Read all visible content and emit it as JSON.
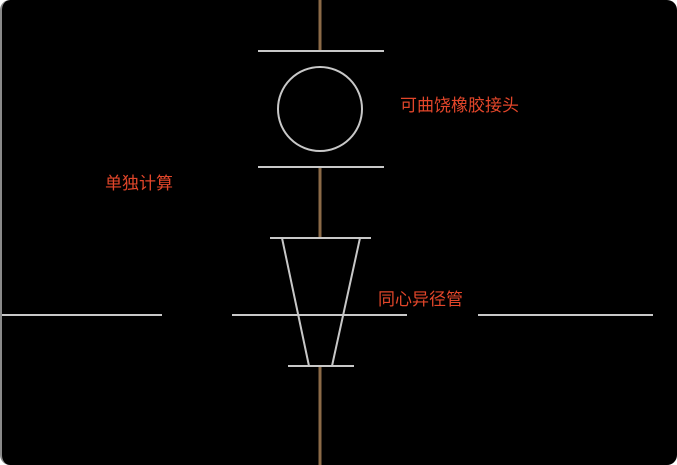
{
  "labels": {
    "flex_rubber_joint": "可曲饶橡胶接头",
    "separate_calc": "单独计算",
    "concentric_reducer": "同心异径管"
  },
  "colors": {
    "background": "#000000",
    "pipe": "#8b6a47",
    "lines": "#c8c8c8",
    "text": "#e2462a"
  }
}
